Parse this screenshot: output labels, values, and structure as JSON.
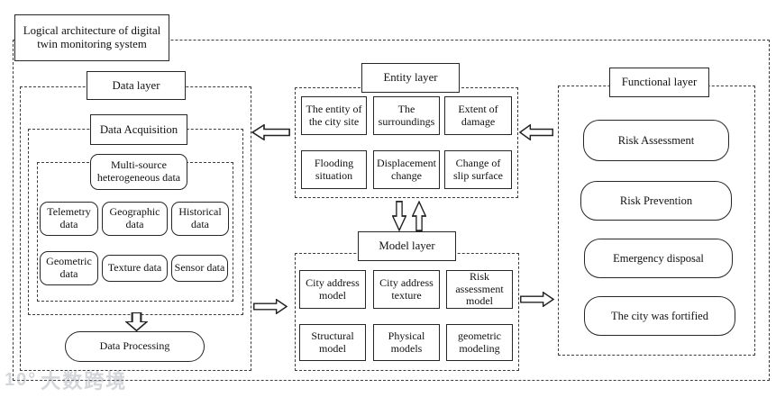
{
  "title": "Logical architecture of digital twin monitoring system",
  "data_layer": {
    "label": "Data layer",
    "acquisition_label": "Data Acquisition",
    "multi_source_label": "Multi-source heterogeneous data",
    "sources": [
      "Telemetry data",
      "Geographic data",
      "Historical data",
      "Geometric data",
      "Texture data",
      "Sensor data"
    ],
    "processing_label": "Data Processing"
  },
  "entity_layer": {
    "label": "Entity layer",
    "items": [
      "The entity of the city site",
      "The surroundings",
      "Extent of damage",
      "Flooding situation",
      "Displacement change",
      "Change of slip surface"
    ]
  },
  "model_layer": {
    "label": "Model layer",
    "items": [
      "City address model",
      "City address texture",
      "Risk assessment model",
      "Structural model",
      "Physical models",
      "geometric modeling"
    ]
  },
  "functional_layer": {
    "label": "Functional layer",
    "items": [
      "Risk Assessment",
      "Risk Prevention",
      "Emergency disposal",
      "The city was fortified"
    ]
  },
  "watermark": {
    "logo": "10°",
    "text": "大数跨境"
  }
}
